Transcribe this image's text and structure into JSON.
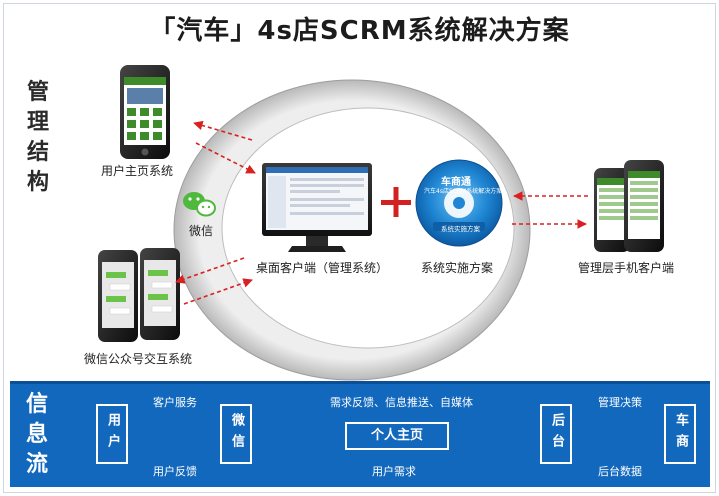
{
  "title": "「汽车」4s店SCRM系统解决方案",
  "management_label": "管理结构",
  "info_flow_label": "信息流",
  "icons": [
    "phone-icon",
    "monitor-icon",
    "cd-icon",
    "wechat-icon",
    "plus-icon"
  ],
  "colors": {
    "band": "#1268bd",
    "arrow_red": "#d92121",
    "plus": "#d32020",
    "screen_green": "#3d8b2a"
  },
  "captions": {
    "user_home": "用户主页系统",
    "wechat": "微信",
    "desktop": "桌面客户端（管理系统）",
    "implementation": "系统实施方案",
    "manager_mobile": "管理层手机客户端",
    "wechat_official": "微信公众号交互系统"
  },
  "cd": {
    "brand": "车商通",
    "subtitle": "汽车4s店SCRM系统解决方案",
    "footer": "系统实施方案"
  },
  "info_flow": {
    "nodes": {
      "user": "用户",
      "wechat": "微信",
      "personal_home": "个人主页",
      "backend": "后台",
      "dealer": "车商"
    },
    "flows": {
      "customer_service": "客户服务",
      "user_feedback": "用户反馈",
      "demand_feedback": "需求反馈、信息推送、自媒体",
      "user_demand": "用户需求",
      "management_decision": "管理决策",
      "backend_data": "后台数据"
    }
  }
}
